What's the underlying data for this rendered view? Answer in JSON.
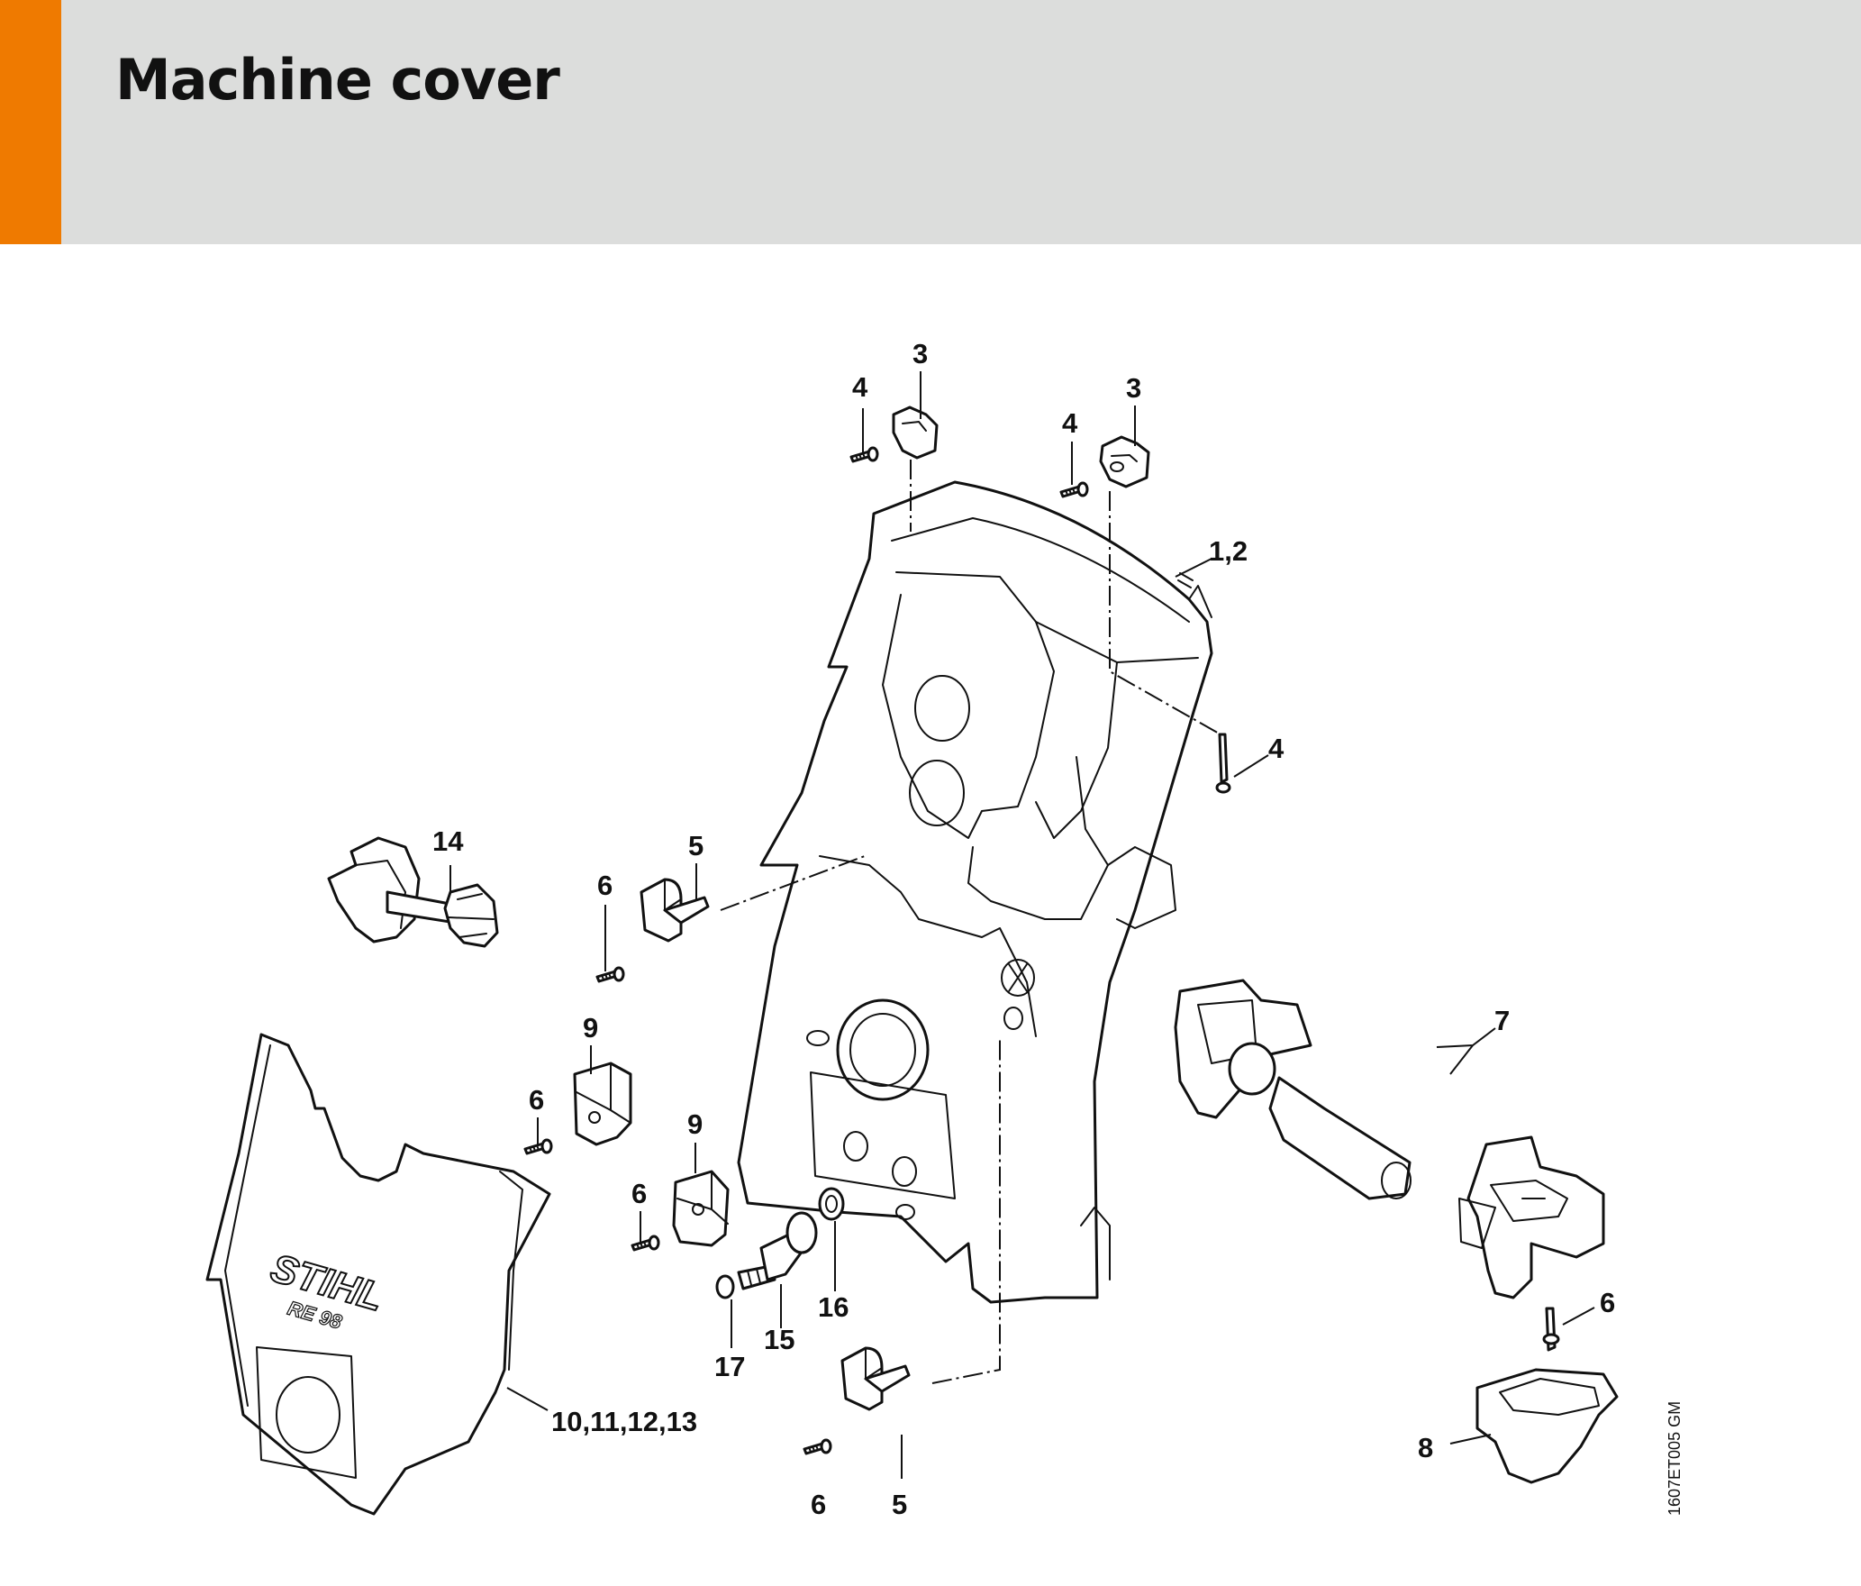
{
  "page": {
    "title": "Machine cover"
  },
  "diagram": {
    "drawing_code": "1607ET005 GM",
    "brand_logo": "STIHL",
    "model_marking": "RE 98",
    "callouts": {
      "c3a": "3",
      "c3b": "3",
      "c4a": "4",
      "c4b": "4",
      "c4c": "4",
      "c12": "1,2",
      "c14": "14",
      "c5a": "5",
      "c5b": "5",
      "c6a": "6",
      "c6b": "6",
      "c6c": "6",
      "c6d": "6",
      "c6e": "6",
      "c9a": "9",
      "c9b": "9",
      "c7": "7",
      "c8": "8",
      "c10": "10,11,12,13",
      "c15": "15",
      "c16": "16",
      "c17": "17"
    }
  }
}
